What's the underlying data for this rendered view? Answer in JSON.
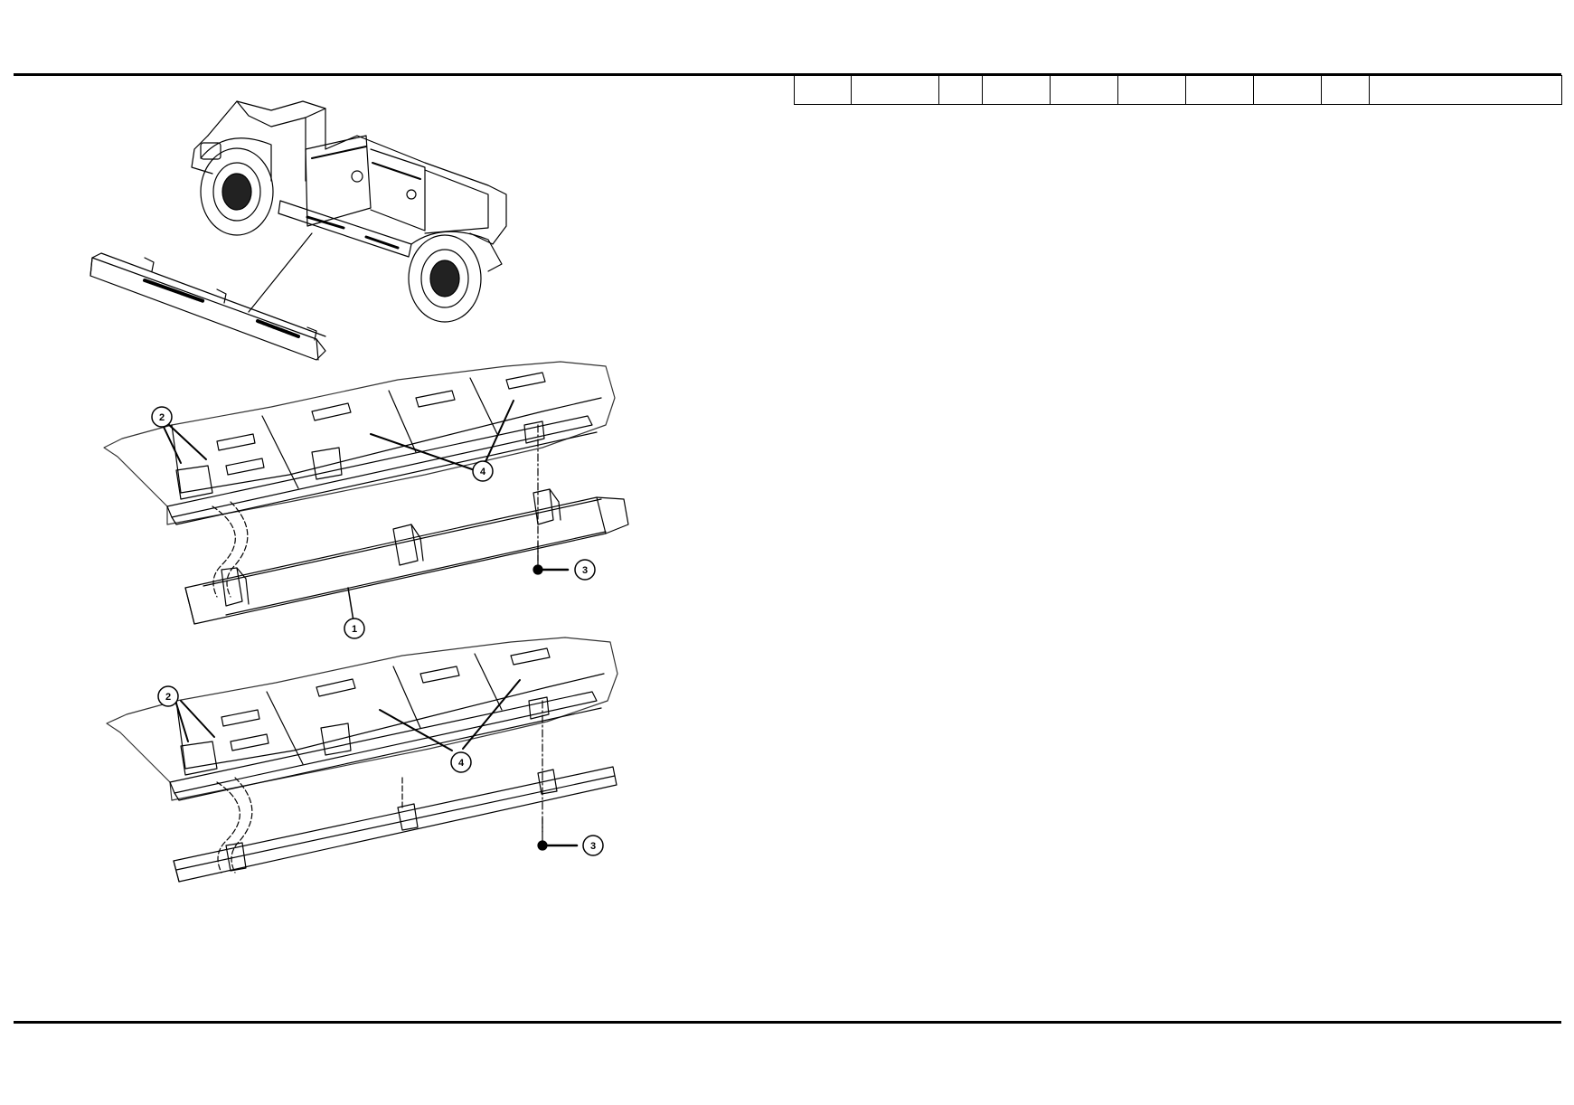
{
  "header": {
    "columns": [
      "",
      "",
      "",
      "",
      "",
      "",
      "",
      "",
      "",
      ""
    ]
  },
  "diagram": {
    "callouts": [
      {
        "id": "c1",
        "label": "1"
      },
      {
        "id": "c2a",
        "label": "2"
      },
      {
        "id": "c3a",
        "label": "3"
      },
      {
        "id": "c4a",
        "label": "4"
      },
      {
        "id": "c2b",
        "label": "2"
      },
      {
        "id": "c3b",
        "label": "3"
      },
      {
        "id": "c4b",
        "label": "4"
      }
    ]
  }
}
